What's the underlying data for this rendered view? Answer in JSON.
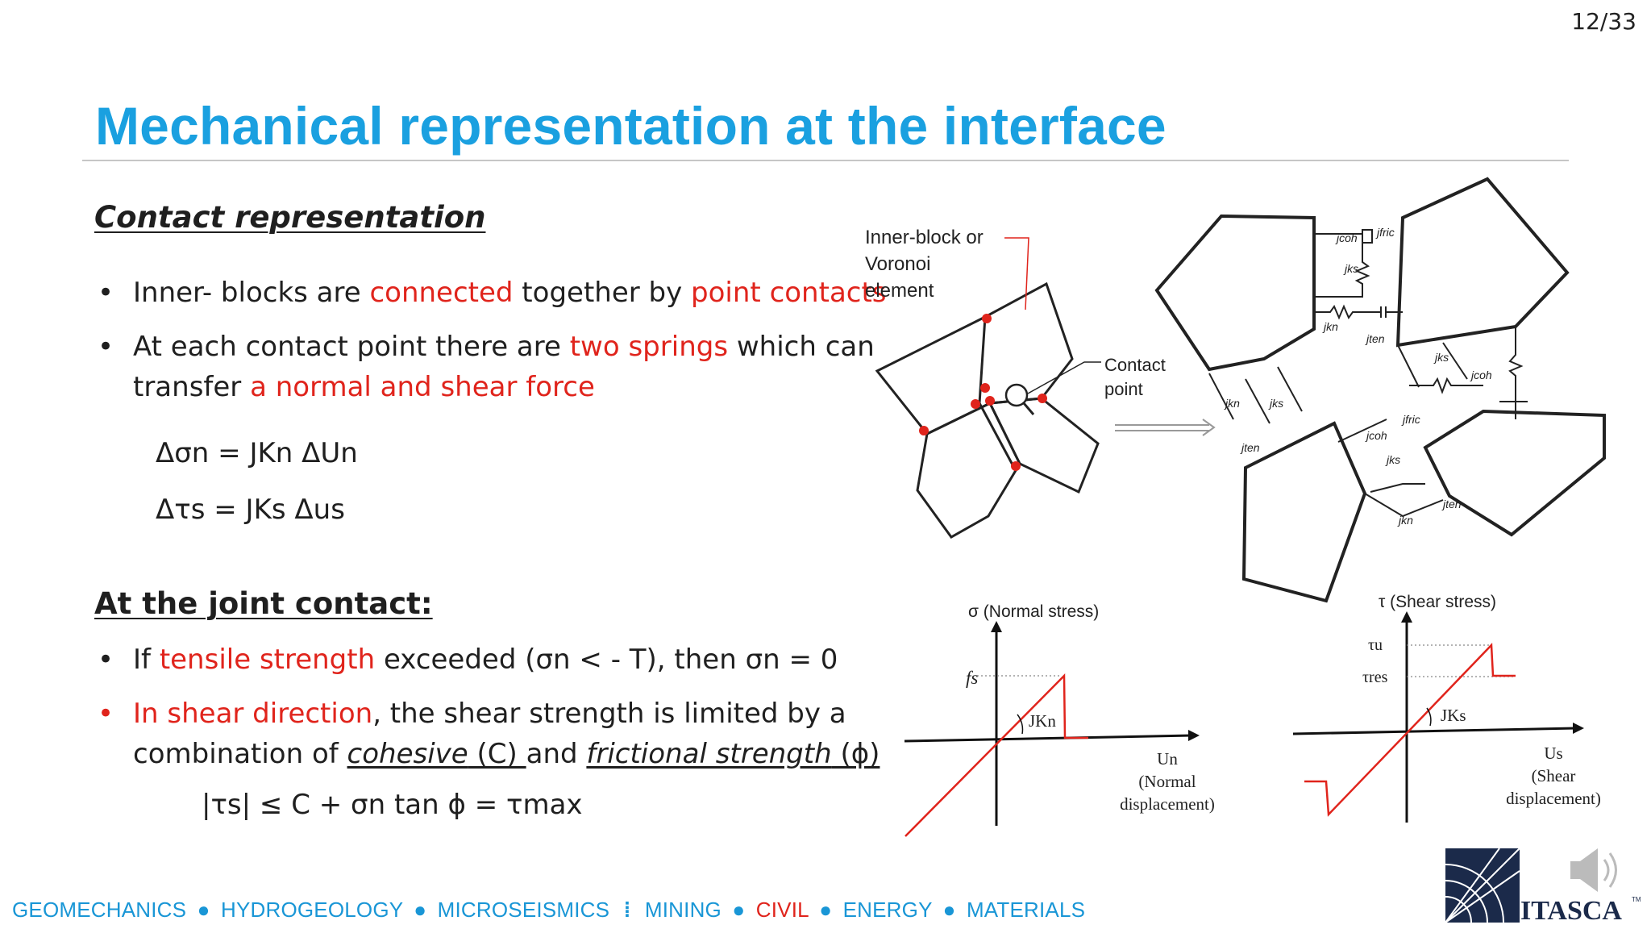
{
  "page_number": "12/33",
  "title": "Mechanical representation at the interface",
  "section1": {
    "heading": "Contact representation",
    "bullet1": {
      "part1": "Inner- blocks are ",
      "red1": "connected",
      "part2": " together by ",
      "red2": "point contacts"
    },
    "bullet2": {
      "part1": "At each contact point there are ",
      "red1": "two springs",
      "part2": " which can",
      "line2_part1": "transfer ",
      "red2": "a normal and shear force"
    },
    "eq1": "Δσn = JKn ΔUn",
    "eq2": "Δτs = JKs Δus"
  },
  "section2": {
    "heading": "At the joint contact:",
    "bullet1": {
      "part1": "If ",
      "red1": "tensile strength",
      "part2": " exceeded (σn < - T), then σn = 0"
    },
    "bullet2": {
      "red1": "In shear direction",
      "part1": ", the shear strength is limited by a",
      "line2_part1": "combination of ",
      "cohesive": "cohesive",
      "cohesive_sym": " (C) ",
      "and": "and ",
      "frictional": "frictional strength",
      "frictional_sym": " (ϕ)"
    },
    "eq": "|τs| ≤ C + σn tan ϕ = τmax"
  },
  "diagram": {
    "label_block_line1": "Inner-block or",
    "label_block_line2": "Voronoi",
    "label_block_line3": "element",
    "label_contact_line1": "Contact",
    "label_contact_line2": "point",
    "springs": {
      "jcoh": "jcoh",
      "jfric": "jfric",
      "jks": "jks",
      "jkn": "jkn",
      "jten": "jten"
    }
  },
  "graph_normal": {
    "ylabel": "σ (Normal stress)",
    "ytick": "fs",
    "slope_label": "JKn",
    "xlabel_line1": "Un",
    "xlabel_line2": "(Normal",
    "xlabel_line3": "displacement)"
  },
  "graph_shear": {
    "ylabel": "τ (Shear stress)",
    "ytick_u": "τu",
    "ytick_res": "τres",
    "slope_label": "JKs",
    "xlabel_line1": "Us",
    "xlabel_line2": "(Shear",
    "xlabel_line3": "displacement)"
  },
  "footer": {
    "geomechanics": "GEOMECHANICS",
    "hydrogeology": "HYDROGEOLOGY",
    "microseismics": "MICROSEISMICS",
    "mining": "MINING",
    "civil": "CIVIL",
    "energy": "ENERGY",
    "materials": "MATERIALS",
    "bullet": "●"
  },
  "logo": {
    "text": "ITASCA",
    "tm": "TM"
  },
  "colors": {
    "title_blue": "#1aa0e0",
    "accent_red": "#e0241c",
    "footer_blue": "#1996d6",
    "logo_navy": "#1b2a4a"
  },
  "icons": {
    "speaker": "speaker-icon"
  }
}
